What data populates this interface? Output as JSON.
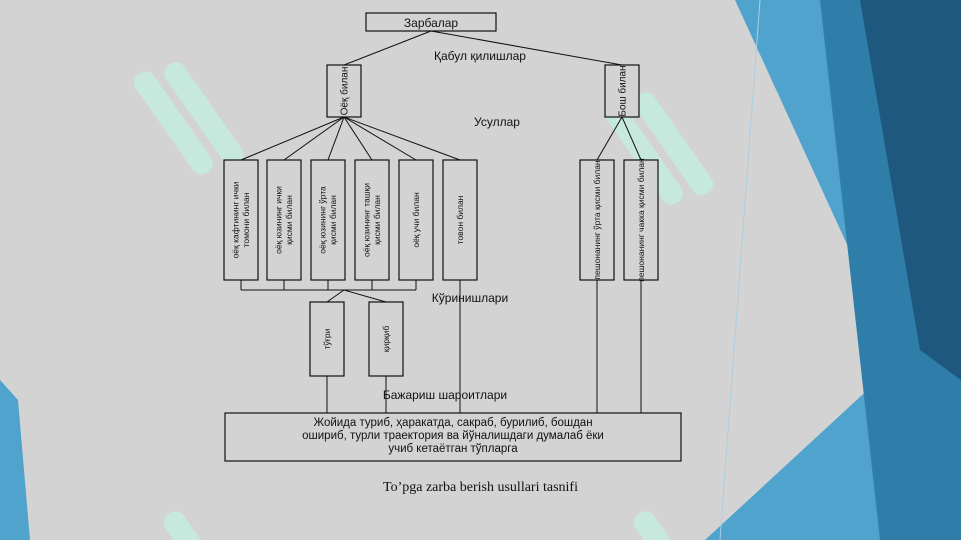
{
  "diagram": {
    "root": "Зарбалар",
    "label_reception": "Қабул қилишлар",
    "branch_foot": "Оёқ билан",
    "branch_head": "Бош билан",
    "label_methods": "Усуллар",
    "foot_methods": [
      [
        "оёқ кафтининг ички",
        "томони билан"
      ],
      [
        "оёқ юзининг ички",
        "қисми билан"
      ],
      [
        "оёқ юзининг ўрта",
        "қисми билан"
      ],
      [
        "оёқ юзининг ташқи",
        "қисми билан"
      ],
      [
        "оёқ учи билан"
      ],
      [
        "товон билан"
      ]
    ],
    "head_methods": [
      [
        "пешонанинг ўрта қисми билан"
      ],
      [
        "пешонанинг чакка қисми билан"
      ]
    ],
    "label_types": "Кўринишлари",
    "types": [
      "тўғри",
      "қирқиб"
    ],
    "label_conditions": "Бажариш шароитлари",
    "conditions_lines": [
      "Жойида туриб, ҳаракатда, сакраб, бурилиб, бошдан",
      "ошириб, турли траектория ва йўналишдаги думалаб ёки",
      "учиб кетаётган тўпларга"
    ],
    "caption": "To’pga zarba berish usullari tasnifi",
    "colors": {
      "background": "#d3d3d3",
      "panel_light": "#4fa3cc",
      "panel_mid": "#2f7ea9",
      "panel_dark": "#1f587f",
      "watermark": "#c4ede0"
    }
  }
}
